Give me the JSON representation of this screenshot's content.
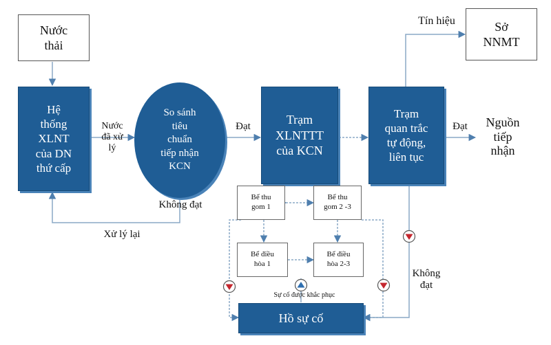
{
  "nodes": {
    "nuoc_thai": "Nước\nthải",
    "so_nnmt": "Sở\nNNMT",
    "he_thong": "Hệ\nthống\nXLNT\ncủa DN\nthứ cấp",
    "so_sanh": "So sánh\ntiêu\nchuẩn\ntiếp nhận\nKCN",
    "tram_xl": "Trạm\nXLNTTT\ncủa KCN",
    "tram_qt": "Trạm\nquan trắc\ntự động,\nliên tục",
    "nguon": "Nguồn\ntiếp\nnhận",
    "be_thu_1": "Bể thu\ngom 1",
    "be_thu_23": "Bể thu\ngom 2 -3",
    "be_dieu_1": "Bể điều\nhòa 1",
    "be_dieu_23": "Bể điều\nhòa 2-3",
    "ho_su_co": "Hồ sự cố"
  },
  "edge_labels": {
    "tin_hieu": "Tín hiệu",
    "nuoc_da_xu_ly": "Nước\nđã xử\nlý",
    "dat_1": "Đạt",
    "dat_2": "Đạt",
    "khong_dat_1": "Không đạt",
    "xu_ly_lai": "Xử lý lại",
    "khong_dat_2": "Không\nđạt",
    "su_co": "Sự cố được khắc phục"
  },
  "colors": {
    "box_fill": "#1f5d95",
    "shadow": "#4a83b8",
    "line": "#8aa9c6",
    "valve_red": "#c4262e"
  },
  "icons": [
    "valve-down-icon",
    "valve-up-icon"
  ]
}
